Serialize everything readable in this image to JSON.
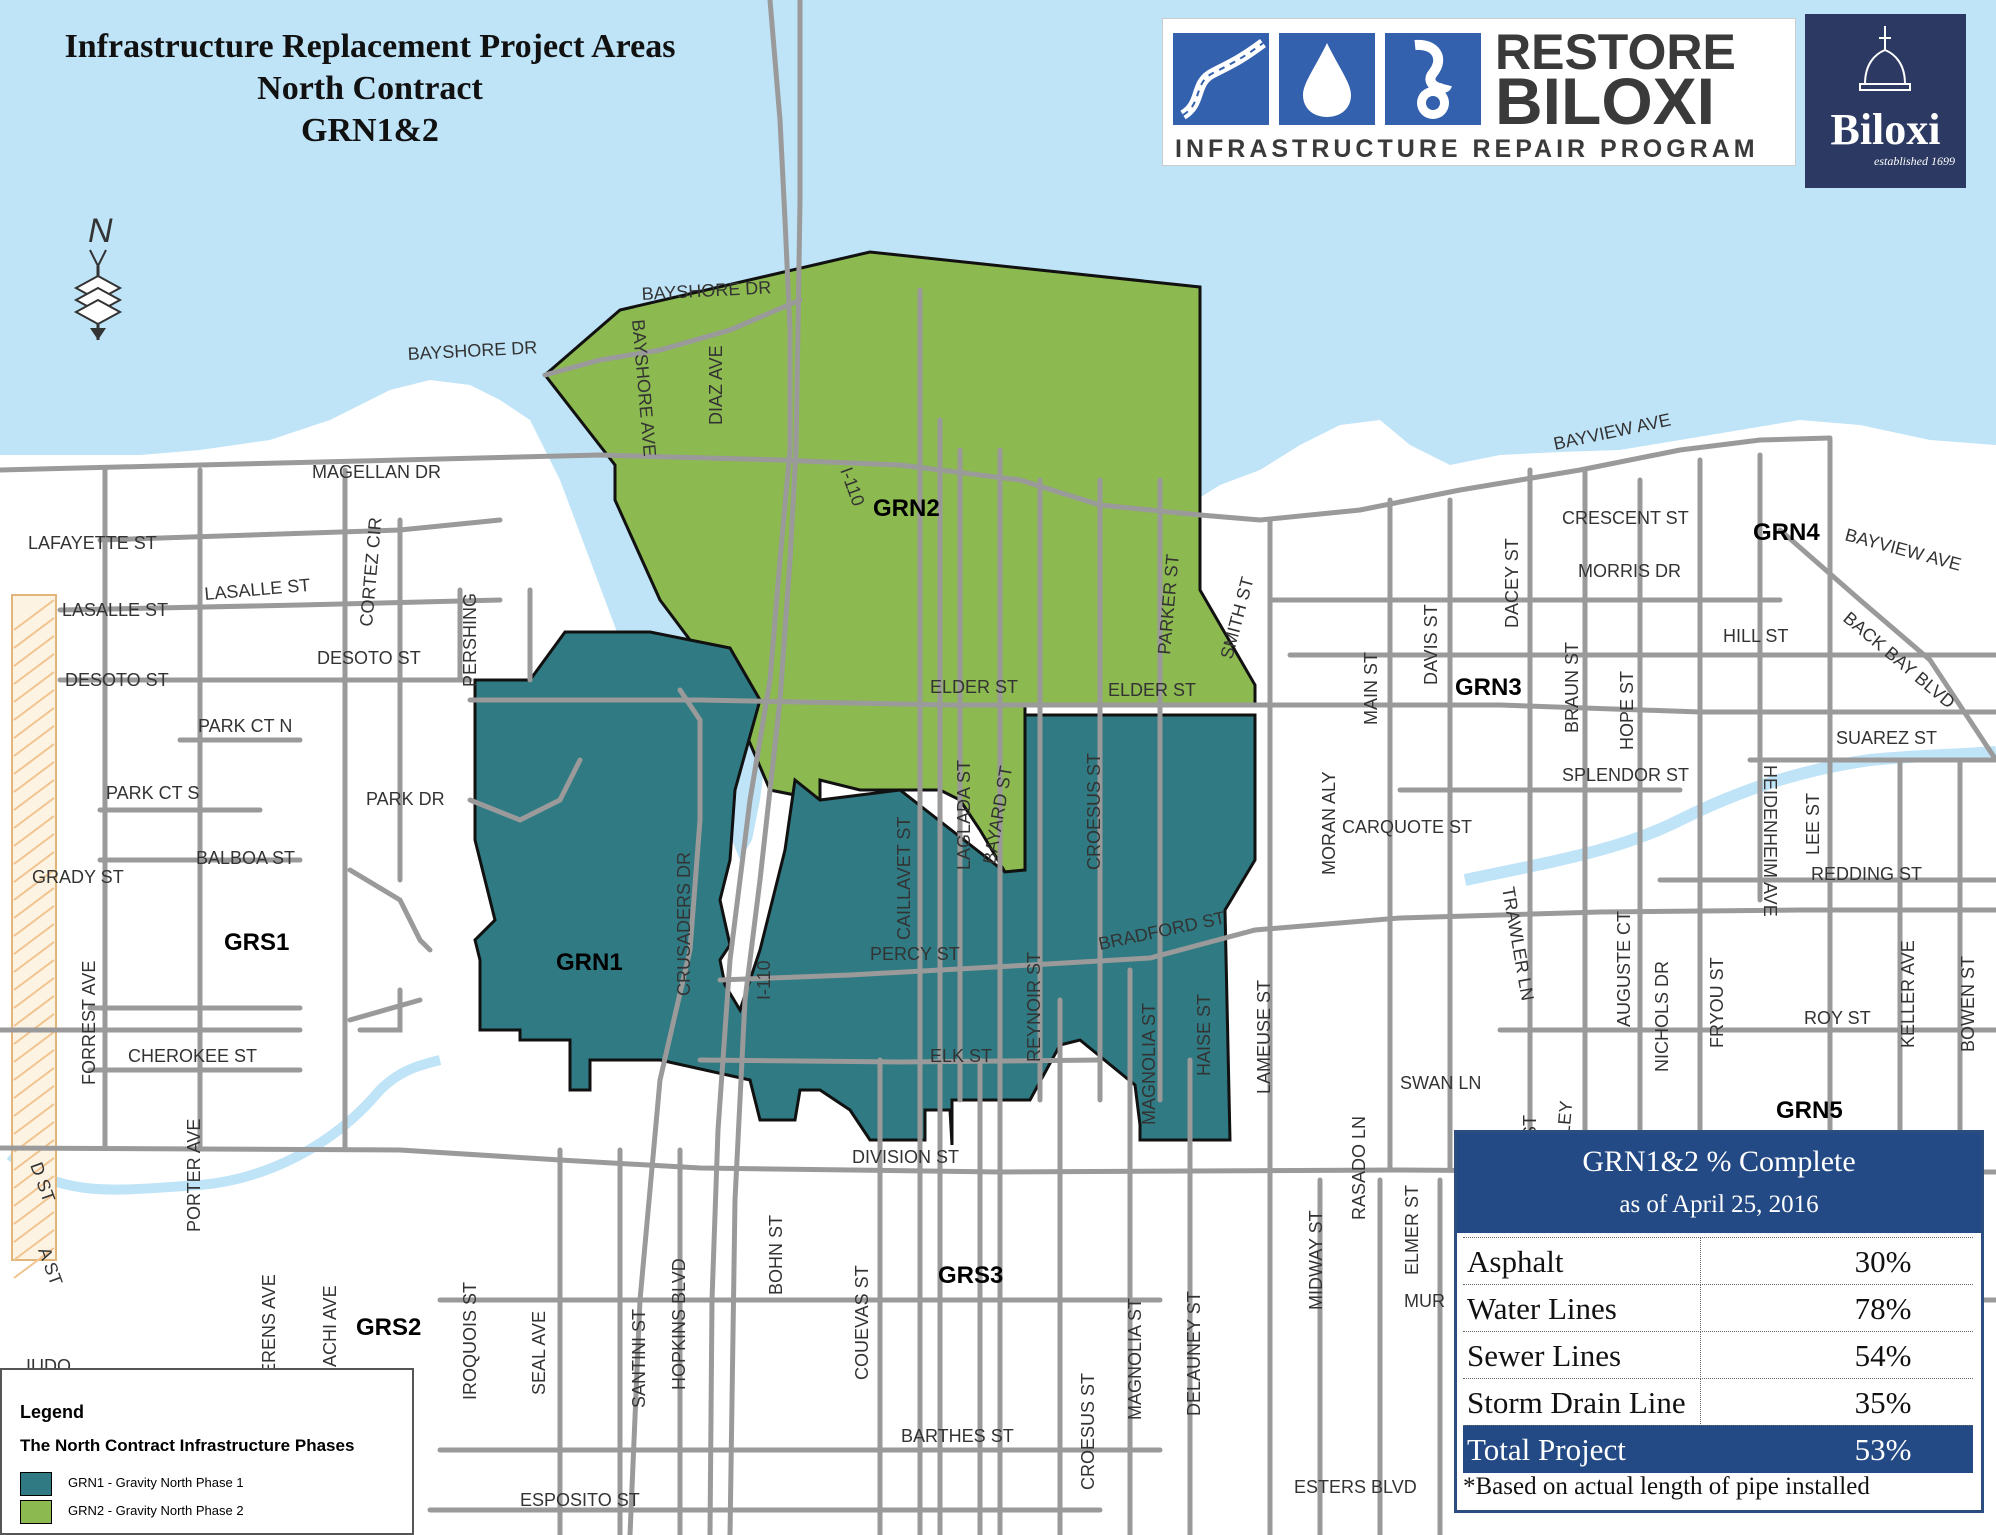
{
  "title": {
    "line1": "Infrastructure Replacement Project Areas",
    "line2": "North Contract",
    "line3": "GRN1&2"
  },
  "north_arrow": {
    "label": "N",
    "icon": "north-arrow-icon"
  },
  "logo": {
    "word1": "RESTORE",
    "word2": "BILOXI",
    "tagline": "INFRASTRUCTURE REPAIR PROGRAM",
    "icons": [
      "road-icon",
      "water-drop-icon",
      "sewer-pipe-icon"
    ],
    "brand_color": "#3461ae"
  },
  "city_badge": {
    "name": "Biloxi",
    "established": "established 1699",
    "icon": "capitol-dome-icon",
    "color": "#2c3a63"
  },
  "colors": {
    "water": "#bfe3f7",
    "road": "#999999",
    "grn1": "#2f7a83",
    "grn2": "#8cb950",
    "railroad": "#f0c38f"
  },
  "areas": {
    "grn1_label": "GRN1",
    "grn2_label": "GRN2",
    "other": [
      "GRN3",
      "GRN4",
      "GRN5",
      "GRS1",
      "GRS2",
      "GRS3"
    ]
  },
  "streets": [
    "MAGELLAN DR",
    "LAFAYETTE ST",
    "LASALLE ST",
    "LASALLE ST",
    "DESOTO ST",
    "DESOTO ST",
    "PARK CT N",
    "PARK CT S",
    "PARK DR",
    "GRADY ST",
    "BALBOA ST",
    "CHEROKEE ST",
    "FORREST AVE",
    "PORTER AVE",
    "D ST",
    "A ST",
    "CORTEZ CIR",
    "PERSHING",
    "BAYSHORE DR",
    "BAYSHORE DR",
    "BAYSHORE AVE",
    "DIAZ AVE",
    "I-110",
    "I-110",
    "CRUSADERS DR",
    "CAILLAVET ST",
    "LAGLADA ST",
    "BAYARD ST",
    "CROESUS ST",
    "PARKER ST",
    "SMITH ST",
    "ELDER ST",
    "ELDER ST",
    "PERCY ST",
    "BRADFORD ST",
    "ELK ST",
    "REYNOIR ST",
    "MAGNOLIA ST",
    "HAISE ST",
    "DIVISION ST",
    "LAMEUSE ST",
    "BAYVIEW AVE",
    "BAYVIEW AVE",
    "CRESCENT ST",
    "MORRIS DR",
    "HILL ST",
    "BACK BAY BLVD",
    "SUAREZ ST",
    "SPLENDOR ST",
    "HOPE ST",
    "BRAUN ST",
    "DACEY ST",
    "DAVIS ST",
    "MAIN ST",
    "CARQUOTE ST",
    "MORAN ALY",
    "HEIDENHEIM AVE",
    "LEE ST",
    "REDDING ST",
    "TRAWLER LN",
    "AUGUSTE CT",
    "NICHOLS DR",
    "FRYOU ST",
    "ROY ST",
    "KELLER AVE",
    "BOWEN ST",
    "SWAN LN",
    "RASADO LN",
    "MIDWAY ST",
    "ELMER ST",
    "ESTERS BLVD",
    "BARTHES ST",
    "CROESUS ST",
    "MAGNOLIA ST",
    "DELAUNEY ST",
    "COUEVAS ST",
    "BOHN ST",
    "HOPKINS BLVD",
    "SANTINI ST",
    "SEAL AVE",
    "IROQUOIS ST",
    "ESPOSITO ST",
    "ERENS AVE",
    "NACHI AVE",
    "MUR",
    "UFF ALLEY",
    "I ST",
    "IUDO"
  ],
  "legend": {
    "title": "Legend",
    "subtitle": "The North Contract Infrastructure Phases",
    "items": [
      {
        "label": "GRN1 - Gravity North Phase 1",
        "color": "#2f7a83"
      },
      {
        "label": "GRN2 - Gravity North Phase 2",
        "color": "#8cb950"
      }
    ]
  },
  "progress": {
    "title": "GRN1&2 % Complete",
    "subtitle": "as of April 25, 2016",
    "rows": [
      {
        "label": "Asphalt",
        "value": "30%"
      },
      {
        "label": "Water Lines",
        "value": "78%"
      },
      {
        "label": "Sewer Lines",
        "value": "54%"
      },
      {
        "label": "Storm Drain Line",
        "value": "35%"
      }
    ],
    "total": {
      "label": "Total Project",
      "value": "53%"
    },
    "note": "*Based on actual length of pipe installed",
    "header_color": "#234a84"
  }
}
